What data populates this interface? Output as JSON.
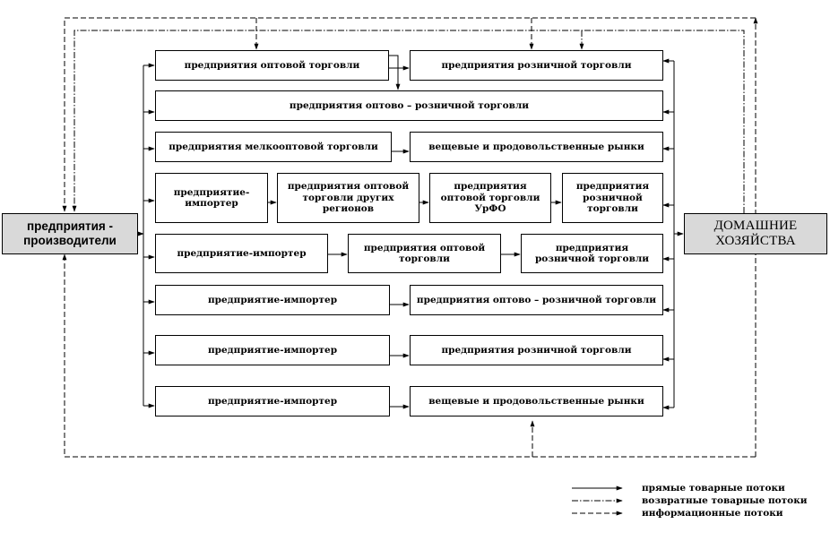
{
  "diagram": {
    "producers": "предприятия - производители",
    "households": "ДОМАШНИЕ ХОЗЯЙСТВА",
    "row1": {
      "wholesale": "предприятия оптовой торговли",
      "retail": "предприятия розничной торговли"
    },
    "row2": {
      "wholesale_retail": "предприятия оптово – розничной торговли"
    },
    "row3": {
      "small_wholesale": "предприятия мелкооптовой торговли",
      "markets": "вещевые и продовольственные рынки"
    },
    "row4": {
      "importer": "предприятие-импортер",
      "wholesale_other_regions": "предприятия оптовой торговли других регионов",
      "wholesale_urfo": "предприятия оптовой торговли УрФО",
      "retail": "предприятия розничной торговли"
    },
    "row5": {
      "importer": "предприятие-импортер",
      "wholesale": "предприятия оптовой торговли",
      "retail": "предприятия розничной торговли"
    },
    "row6": {
      "importer": "предприятие-импортер",
      "wholesale_retail": "предприятия оптово – розничной торговли"
    },
    "row7": {
      "importer": "предприятие-импортер",
      "retail": "предприятия розничной торговли"
    },
    "row8": {
      "importer": "предприятие-импортер",
      "markets": "вещевые и продовольственные рынки"
    }
  },
  "legend": {
    "direct": "прямые товарные потоки",
    "return": "возвратные товарные потоки",
    "info": "информационные потоки"
  },
  "colors": {
    "line": "#000000",
    "side_fill": "#d9d9d9"
  }
}
